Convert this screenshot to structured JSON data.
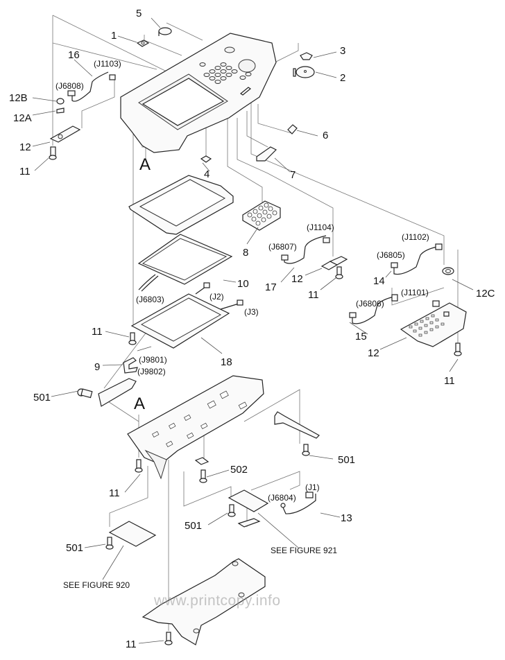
{
  "diagram": {
    "title": "Control panel assembly exploded view",
    "callouts": {
      "c1": "1",
      "c2": "2",
      "c3": "3",
      "c4": "4",
      "c5": "5",
      "c6": "6",
      "c7": "7",
      "c8": "8",
      "c9": "9",
      "c10": "10",
      "c11a": "11",
      "c11b": "11",
      "c11c": "11",
      "c11d": "11",
      "c11e": "11",
      "c11f": "11",
      "c12a": "12",
      "c12b": "12",
      "c12c": "12",
      "c12A": "12A",
      "c12B": "12B",
      "c12C": "12C",
      "c13": "13",
      "c14": "14",
      "c15": "15",
      "c16": "16",
      "c17": "17",
      "c18": "18",
      "c501a": "501",
      "c501b": "501",
      "c501c": "501",
      "c501d": "501",
      "c502": "502",
      "refA1": "A",
      "refA2": "A"
    },
    "connectors": {
      "j1103": "(J1103)",
      "j6808": "(J6808)",
      "j1104": "(J1104)",
      "j6807": "(J6807)",
      "j1102": "(J1102)",
      "j6805": "(J6805)",
      "j1101": "(J1101)",
      "j6806": "(J6806)",
      "j6803": "(J6803)",
      "j2": "(J2)",
      "j3": "(J3)",
      "j9801": "(J9801)",
      "j9802": "(J9802)",
      "j1": "(J1)",
      "j6804": "(J6804)"
    },
    "notes": {
      "see920": "SEE FIGURE 920",
      "see921": "SEE FIGURE 921"
    },
    "watermark": "www.printcopy.info"
  }
}
